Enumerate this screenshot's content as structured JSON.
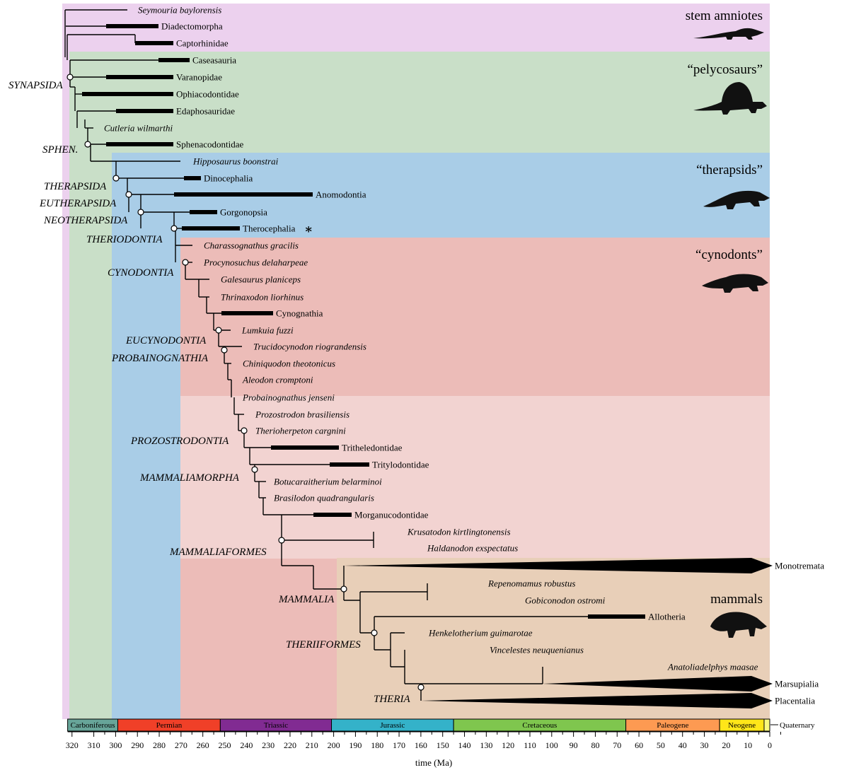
{
  "groups": [
    {
      "label": "stem amniotes",
      "color": "#ecd1ee"
    },
    {
      "label": "“pelycosaurs”",
      "color": "#c9dfc8"
    },
    {
      "label": "“therapsids”",
      "color": "#a9cde7"
    },
    {
      "label": "“cynodonts”",
      "color": "#ecbcb8"
    },
    {
      "label": "mammals",
      "color": "#e8cfb8"
    }
  ],
  "taxa": [
    {
      "id": "seymouria",
      "label": "Seymouria baylorensis",
      "italic": true
    },
    {
      "id": "diadecto",
      "label": "Diadectomorpha",
      "italic": false
    },
    {
      "id": "captorhin",
      "label": "Captorhinidae",
      "italic": false
    },
    {
      "id": "caseasauria",
      "label": "Caseasauria",
      "italic": false
    },
    {
      "id": "varanopid",
      "label": "Varanopidae",
      "italic": false
    },
    {
      "id": "ophiaco",
      "label": "Ophiacodontidae",
      "italic": false
    },
    {
      "id": "edaphos",
      "label": "Edaphosauridae",
      "italic": false
    },
    {
      "id": "cutleria",
      "label": "Cutleria wilmarthi",
      "italic": true
    },
    {
      "id": "sphenaco",
      "label": "Sphenacodontidae",
      "italic": false
    },
    {
      "id": "hipposaurus",
      "label": "Hipposaurus boonstrai",
      "italic": true
    },
    {
      "id": "dinoceph",
      "label": "Dinocephalia",
      "italic": false
    },
    {
      "id": "anomodont",
      "label": "Anomodontia",
      "italic": false
    },
    {
      "id": "gorgon",
      "label": "Gorgonopsia",
      "italic": false
    },
    {
      "id": "theroceph",
      "label": "Therocephalia",
      "italic": false
    },
    {
      "id": "charasso",
      "label": "Charassognathus gracilis",
      "italic": true
    },
    {
      "id": "procyno",
      "label": "Procynosuchus delaharpeae",
      "italic": true
    },
    {
      "id": "galesaurus",
      "label": "Galesaurus planiceps",
      "italic": true
    },
    {
      "id": "thrinax",
      "label": "Thrinaxodon liorhinus",
      "italic": true
    },
    {
      "id": "cynog",
      "label": "Cynognathia",
      "italic": false
    },
    {
      "id": "lumkuia",
      "label": "Lumkuia fuzzi",
      "italic": true
    },
    {
      "id": "trucido",
      "label": "Trucidocynodon riograndensis",
      "italic": true
    },
    {
      "id": "chiniq",
      "label": "Chiniquodon theotonicus",
      "italic": true
    },
    {
      "id": "aleodon",
      "label": "Aleodon cromptoni",
      "italic": true
    },
    {
      "id": "probaino",
      "label": "Probainognathus jenseni",
      "italic": true
    },
    {
      "id": "prozost",
      "label": "Prozostrodon brasiliensis",
      "italic": true
    },
    {
      "id": "therioher",
      "label": "Therioherpeton cargnini",
      "italic": true
    },
    {
      "id": "trithel",
      "label": "Tritheledontidae",
      "italic": false
    },
    {
      "id": "tritylo",
      "label": "Tritylodontidae",
      "italic": false
    },
    {
      "id": "botucar",
      "label": "Botucaraitherium belarminoi",
      "italic": true
    },
    {
      "id": "brasilo",
      "label": "Brasilodon quadrangularis",
      "italic": true
    },
    {
      "id": "morganu",
      "label": "Morganucodontidae",
      "italic": false
    },
    {
      "id": "krusato",
      "label": "Krusatodon kirtlingtonensis",
      "italic": true
    },
    {
      "id": "haldan",
      "label": "Haldanodon exspectatus",
      "italic": true
    },
    {
      "id": "monotr",
      "label": "Monotremata",
      "italic": false
    },
    {
      "id": "repeno",
      "label": "Repenomamus robustus",
      "italic": true
    },
    {
      "id": "gobico",
      "label": "Gobiconodon ostromi",
      "italic": true
    },
    {
      "id": "allother",
      "label": "Allotheria",
      "italic": false
    },
    {
      "id": "henkelo",
      "label": "Henkelotherium guimarotae",
      "italic": true
    },
    {
      "id": "vincel",
      "label": "Vincelestes neuquenianus",
      "italic": true
    },
    {
      "id": "anatol",
      "label": "Anatoliadelphys maasae",
      "italic": true
    },
    {
      "id": "marsup",
      "label": "Marsupialia",
      "italic": false
    },
    {
      "id": "placent",
      "label": "Placentalia",
      "italic": false
    }
  ],
  "clades": [
    {
      "id": "synapsida",
      "label": "SYNAPSIDA"
    },
    {
      "id": "sphen",
      "label": "SPHEN."
    },
    {
      "id": "therapsida",
      "label": "THERAPSIDA"
    },
    {
      "id": "eutherapsida",
      "label": "EUTHERAPSIDA"
    },
    {
      "id": "neotherapsida",
      "label": "NEOTHERAPSIDA"
    },
    {
      "id": "theriodontia",
      "label": "THERIODONTIA"
    },
    {
      "id": "cynodontia",
      "label": "CYNODONTIA"
    },
    {
      "id": "eucynodontia",
      "label": "EUCYNODONTIA"
    },
    {
      "id": "probainognathia",
      "label": "PROBAINOGNATHIA"
    },
    {
      "id": "prozostrodontia",
      "label": "PROZOSTRODONTIA"
    },
    {
      "id": "mammaliamorpha",
      "label": "MAMMALIAMORPHA"
    },
    {
      "id": "mammaliaformes",
      "label": "MAMMALIAFORMES"
    },
    {
      "id": "mammalia",
      "label": "MAMMALIA"
    },
    {
      "id": "theriiformes",
      "label": "THERIIFORMES"
    },
    {
      "id": "theria",
      "label": "THERIA"
    }
  ],
  "annotation_star": "∗",
  "periods": [
    {
      "label": "Carboniferous",
      "start": 322,
      "end": 299,
      "color": "#67a599"
    },
    {
      "label": "Permian",
      "start": 299,
      "end": 252,
      "color": "#f04028"
    },
    {
      "label": "Triassic",
      "start": 252,
      "end": 201,
      "color": "#812b92"
    },
    {
      "label": "Jurassic",
      "start": 201,
      "end": 145,
      "color": "#34b2c9"
    },
    {
      "label": "Cretaceous",
      "start": 145,
      "end": 66,
      "color": "#7fc64e"
    },
    {
      "label": "Paleogene",
      "start": 66,
      "end": 23,
      "color": "#fd9a52"
    },
    {
      "label": "Neogene",
      "start": 23,
      "end": 2.6,
      "color": "#ffe619"
    },
    {
      "label": "Quaternary",
      "start": 2.6,
      "end": 0,
      "color": "#f9f97f"
    }
  ],
  "axis": {
    "label": "time (Ma)",
    "min": 0,
    "max": 320,
    "ticks": [
      320,
      310,
      300,
      290,
      280,
      270,
      260,
      250,
      240,
      230,
      220,
      210,
      200,
      190,
      180,
      170,
      160,
      150,
      140,
      130,
      120,
      110,
      100,
      90,
      80,
      70,
      60,
      50,
      40,
      30,
      20,
      10,
      0
    ]
  }
}
